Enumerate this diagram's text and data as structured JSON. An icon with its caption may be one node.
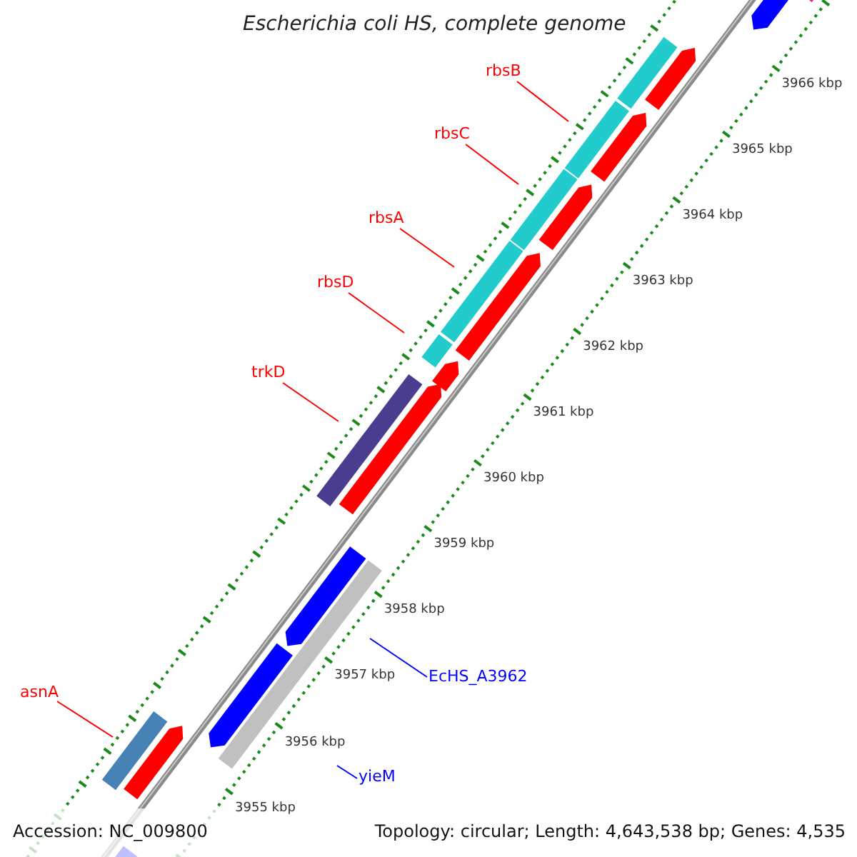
{
  "diagram": {
    "title": "Escherichia coli HS, complete genome",
    "nodes": [
      {
        "text": [
          "rbsB"
        ]
      },
      {
        "text": [
          "rbsC"
        ]
      },
      {
        "text": [
          "rbsA"
        ]
      },
      {
        "text": [
          "rbsD"
        ]
      },
      {
        "text": [
          "trkD"
        ]
      },
      {
        "text": [
          "EcHS_A3962"
        ]
      },
      {
        "text": [
          "asnA"
        ]
      },
      {
        "text": [
          "yieM"
        ]
      }
    ],
    "edges": [
      {
        "from": 0,
        "to": null,
        "arrow": "none"
      },
      {
        "from": 1,
        "to": null,
        "arrow": "none"
      },
      {
        "from": 2,
        "to": null,
        "arrow": "none"
      },
      {
        "from": 3,
        "to": null,
        "arrow": "none"
      },
      {
        "from": 4,
        "to": null,
        "arrow": "none"
      },
      {
        "from": 5,
        "to": null,
        "arrow": "none",
        "color": "#0000ff"
      },
      {
        "from": 6,
        "to": null,
        "arrow": "none"
      },
      {
        "from": 7,
        "to": null,
        "arrow": "none",
        "color": "#0000ff"
      }
    ],
    "labels": [
      "3966 kbp",
      "3965 kbp",
      "3964 kbp",
      "3963 kbp",
      "3962 kbp",
      "3961 kbp",
      "3960 kbp",
      "3959 kbp",
      "3958 kbp",
      "3957 kbp",
      "3956 kbp",
      "3955 kbp",
      "Accession: NC_009800",
      "Topology: circular; Length: 4,643,538 bp; Genes: 4,535"
    ]
  }
}
